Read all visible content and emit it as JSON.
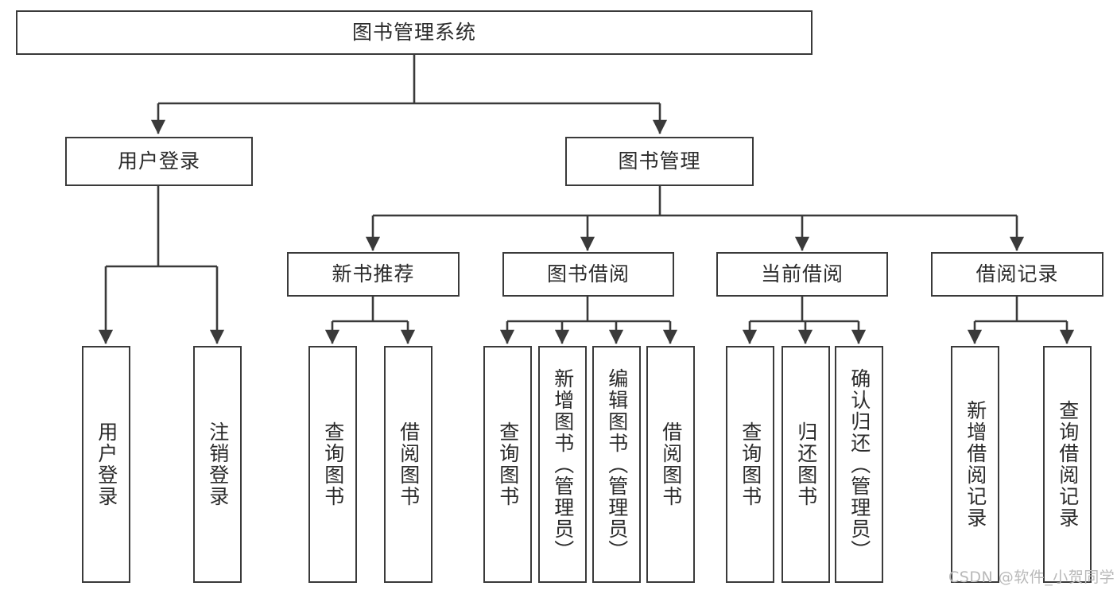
{
  "diagram": {
    "title_node": {
      "id": "root",
      "label": "图书管理系统"
    },
    "level1": [
      {
        "id": "login",
        "label": "用户登录"
      },
      {
        "id": "bookmgmt",
        "label": "图书管理"
      }
    ],
    "level2": [
      {
        "id": "newbook",
        "label": "新书推荐"
      },
      {
        "id": "borrow",
        "label": "图书借阅"
      },
      {
        "id": "current",
        "label": "当前借阅"
      },
      {
        "id": "record",
        "label": "借阅记录"
      }
    ],
    "leaves": {
      "login": [
        {
          "id": "leaf-user-login",
          "label": "用户登录"
        },
        {
          "id": "leaf-user-logout",
          "label": "注销登录"
        }
      ],
      "newbook": [
        {
          "id": "leaf-query-book-1",
          "label": "查询图书"
        },
        {
          "id": "leaf-borrow-book-1",
          "label": "借阅图书"
        }
      ],
      "borrow": [
        {
          "id": "leaf-query-book-2",
          "label": "查询图书"
        },
        {
          "id": "leaf-add-book",
          "label": "新增图书（管理员）"
        },
        {
          "id": "leaf-edit-book",
          "label": "编辑图书（管理员）"
        },
        {
          "id": "leaf-borrow-book-2",
          "label": "借阅图书"
        }
      ],
      "current": [
        {
          "id": "leaf-query-book-3",
          "label": "查询图书"
        },
        {
          "id": "leaf-return-book",
          "label": "归还图书"
        },
        {
          "id": "leaf-confirm-return",
          "label": "确认归还（管理员）"
        }
      ],
      "record": [
        {
          "id": "leaf-add-record",
          "label": "新增借阅记录"
        },
        {
          "id": "leaf-query-record",
          "label": "查询借阅记录"
        }
      ]
    }
  },
  "watermark": {
    "text": "CSDN @软件_小贺同学"
  },
  "colors": {
    "stroke": "#3a3a3a",
    "text": "#2b2b2b",
    "background": "#ffffff",
    "watermark": "#b9b9b9"
  }
}
